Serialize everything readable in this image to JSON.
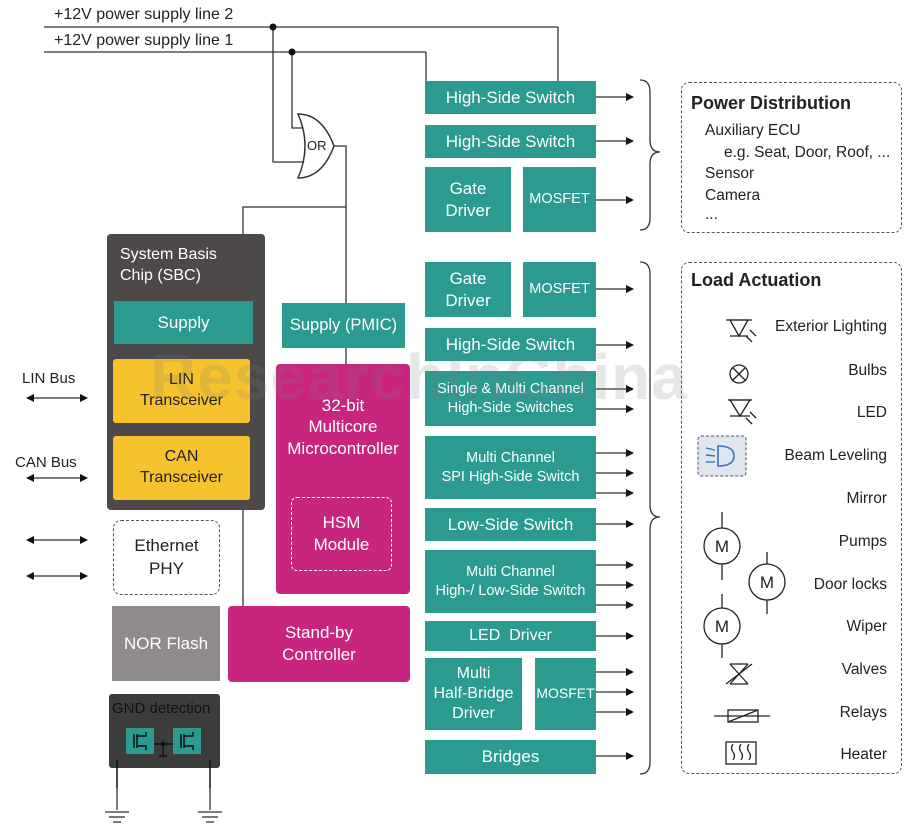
{
  "power_lines": {
    "line2": "+12V power supply line 2",
    "line1": "+12V power supply line 1"
  },
  "or_gate": "OR",
  "sbc": {
    "title": "System Basis\nChip (SBC)",
    "supply": "Supply",
    "lin": "LIN\nTransceiver",
    "can": "CAN\nTransceiver"
  },
  "left": {
    "lin_bus": "LIN Bus",
    "can_bus": "CAN Bus",
    "ethernet": "Ethernet\nPHY",
    "nor_flash": "NOR Flash",
    "gnd_detection": "GND detection"
  },
  "pmic": "Supply (PMIC)",
  "mcu": {
    "title": "32-bit\nMulticore\nMicrocontroller",
    "hsm": "HSM\nModule"
  },
  "standby": "Stand-by\nController",
  "switches": {
    "hs1": "High-Side Switch",
    "hs2": "High-Side Switch",
    "gate1": "Gate\nDriver",
    "mosfet1": "MOSFET",
    "gate2": "Gate\nDriver",
    "mosfet2": "MOSFET",
    "hs3": "High-Side Switch",
    "single_multi": "Single & Multi Channel\nHigh-Side Switches",
    "spi_hs": "Multi Channel\nSPI High-Side Switch",
    "ls": "Low-Side Switch",
    "hl": "Multi Channel\nHigh-/ Low-Side Switch",
    "led_driver": "LED  Driver",
    "half_bridge": "Multi\nHalf-Bridge\nDriver",
    "mosfet3": "MOSFET",
    "bridges": "Bridges"
  },
  "power_distribution": {
    "title": "Power Distribution",
    "items": [
      "Auxiliary ECU",
      "e.g. Seat, Door, Roof, ...",
      "Sensor",
      "Camera",
      "..."
    ]
  },
  "load_actuation": {
    "title": "Load Actuation",
    "items": [
      "Exterior Lighting",
      "Bulbs",
      "LED",
      "Beam Leveling",
      "Mirror",
      "Pumps",
      "Door locks",
      "Wiper",
      "Valves",
      "Relays",
      "Heater"
    ],
    "motor_symbol": "M"
  },
  "watermark": "ResearchInChina",
  "colors": {
    "teal": "#2b9a8f",
    "sbc_dark": "#4d4948",
    "yellow": "#f6c22d",
    "magenta": "#c8267e",
    "nor_gray": "#8f8b8a",
    "gnd_dark": "#3c3c3c"
  }
}
